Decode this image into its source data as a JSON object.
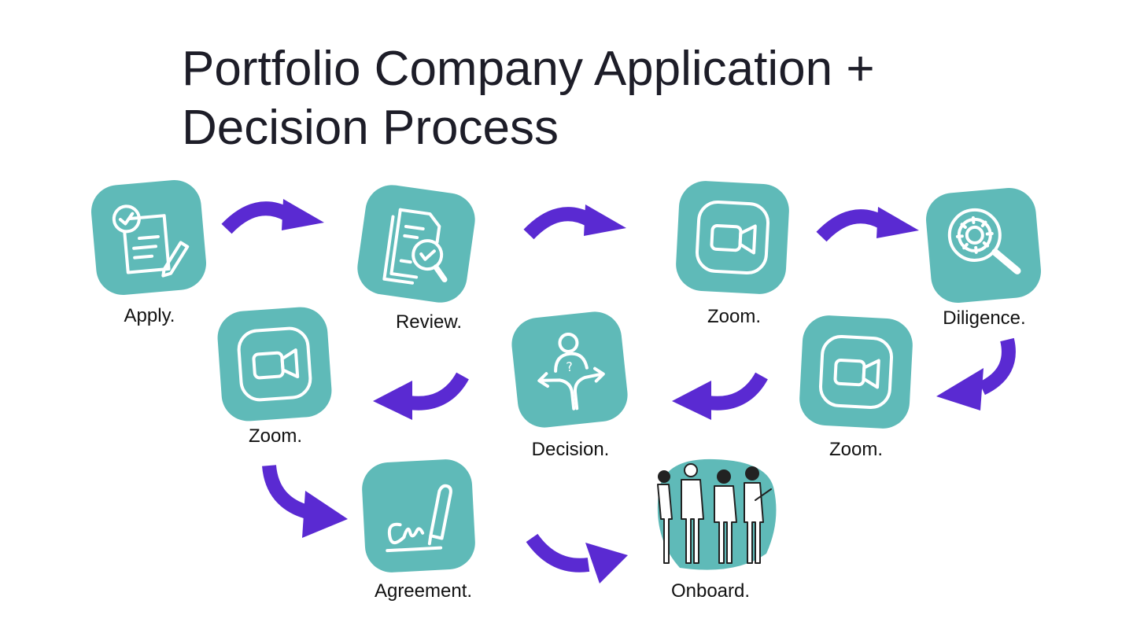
{
  "title": {
    "line1": "Portfolio Company Application +",
    "line2": "Decision Process"
  },
  "colors": {
    "tile": "#5fbab8",
    "arrow": "#5a2ad2",
    "icon": "#ffffff",
    "text": "#1d1d28"
  },
  "steps": [
    {
      "label": "Apply.",
      "icon": "checklist-pencil-icon"
    },
    {
      "label": "Review.",
      "icon": "document-magnifier-icon"
    },
    {
      "label": "Zoom.",
      "icon": "video-camera-icon"
    },
    {
      "label": "Diligence.",
      "icon": "gear-magnifier-icon"
    },
    {
      "label": "Zoom.",
      "icon": "video-camera-icon"
    },
    {
      "label": "Decision.",
      "icon": "person-crossroads-icon"
    },
    {
      "label": "Zoom.",
      "icon": "video-camera-icon"
    },
    {
      "label": "Agreement.",
      "icon": "signature-pen-icon"
    },
    {
      "label": "Onboard.",
      "icon": "team-people-icon"
    }
  ]
}
